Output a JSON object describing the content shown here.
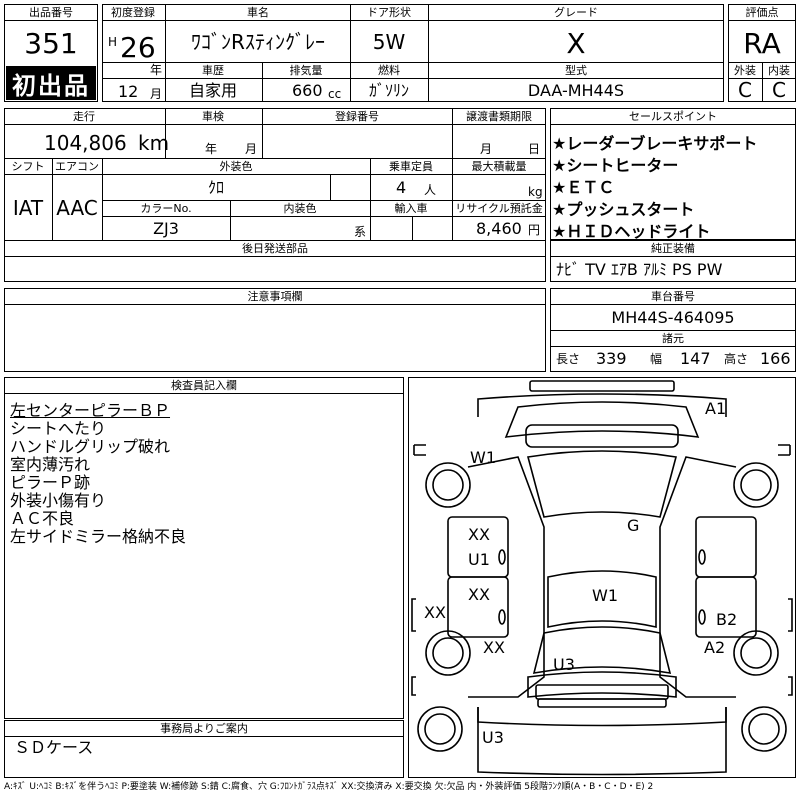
{
  "header": {
    "lot_no_label": "出品番号",
    "lot_no": "351",
    "first_listing": "初出品",
    "first_reg_label": "初度登録",
    "era": "H",
    "year": "26",
    "year_unit": "年",
    "month": "12",
    "month_unit": "月",
    "car_name_label": "車名",
    "car_name": "ﾜｺﾞﾝRｽﾃｨﾝｸﾞﾚｰ",
    "door_label": "ドア形状",
    "door": "5W",
    "grade_label": "グレード",
    "grade": "X",
    "score_label": "評価点",
    "score": "RA",
    "history_label": "車歴",
    "history": "自家用",
    "displacement_label": "排気量",
    "displacement": "660",
    "displacement_unit": "cc",
    "fuel_label": "燃料",
    "fuel": "ｶﾞｿﾘﾝ",
    "model_label": "型式",
    "model": "DAA-MH44S",
    "exterior_label": "外装",
    "exterior_grade": "C",
    "interior_label": "内装",
    "interior_grade": "C"
  },
  "row2": {
    "mileage_label": "走行",
    "mileage": "104,806",
    "mileage_unit": "km",
    "inspection_label": "車検",
    "inspection_year_unit": "年",
    "inspection_month_unit": "月",
    "reg_no_label": "登録番号",
    "transfer_label": "譲渡書類期限",
    "transfer_month_unit": "月",
    "transfer_day_unit": "日",
    "shift_label": "シフト",
    "shift": "IAT",
    "ac_label": "エアコン",
    "ac": "AAC",
    "ext_color_label": "外装色",
    "ext_color": "ｸﾛ",
    "capacity_label": "乗車定員",
    "capacity": "4",
    "capacity_unit": "人",
    "max_load_label": "最大積載量",
    "max_load_unit": "kg",
    "color_no_label": "カラーNo.",
    "color_no": "ZJ3",
    "int_color_label": "内装色",
    "int_color_unit": "系",
    "import_label": "輸入車",
    "recycle_label": "リサイクル預託金",
    "recycle": "8,460",
    "recycle_unit": "円",
    "later_parts_label": "後日発送部品"
  },
  "sales_points": {
    "label": "セールスポイント",
    "items": [
      "★レーダーブレーキサポート",
      "★シートヒーター",
      "★ＥＴＣ",
      "★プッシュスタート",
      "★ＨＩＤヘッドライト"
    ]
  },
  "equipment": {
    "label": "純正装備",
    "value": "ﾅﾋﾞ  TV  ｴｱB  ｱﾙﾐ  PS  PW"
  },
  "notes": {
    "label": "注意事項欄"
  },
  "chassis": {
    "label": "車台番号",
    "value": "MH44S-464095",
    "dims_label": "諸元",
    "length_label": "長さ",
    "length": "339",
    "width_label": "幅",
    "width": "147",
    "height_label": "高さ",
    "height": "166"
  },
  "inspector": {
    "label": "検査員記入欄",
    "lines": [
      "左センターピラーＢＰ",
      "シートへたり",
      "ハンドルグリップ破れ",
      "室内薄汚れ",
      "ピラーＰ跡",
      "外装小傷有り",
      "ＡＣ不良",
      "左サイドミラー格納不良"
    ]
  },
  "office": {
    "label": "事務局よりご案内",
    "value": "ＳＤケース"
  },
  "diagram": {
    "marks": {
      "a1": "A1",
      "w1_top": "W1",
      "g": "G",
      "xx_1": "XX",
      "u1": "U1",
      "xx_2": "XX",
      "w1_mid": "W1",
      "xx_left": "XX",
      "b2": "B2",
      "xx_3": "XX",
      "a2": "A2",
      "u3_a": "U3",
      "u3_b": "U3"
    }
  },
  "legend": "A:ｷｽﾞ U:ﾍｺﾐ B:ｷｽﾞを伴うﾍｺﾐ P:要塗装 W:補修跡 S:錆 C:腐食、穴 G:ﾌﾛﾝﾄｶﾞﾗｽ点ｷｽﾞ XX:交換済み X:要交換 欠:欠品 内・外装評価 5段階ﾗﾝｸ順(A・B・C・D・E) 2"
}
